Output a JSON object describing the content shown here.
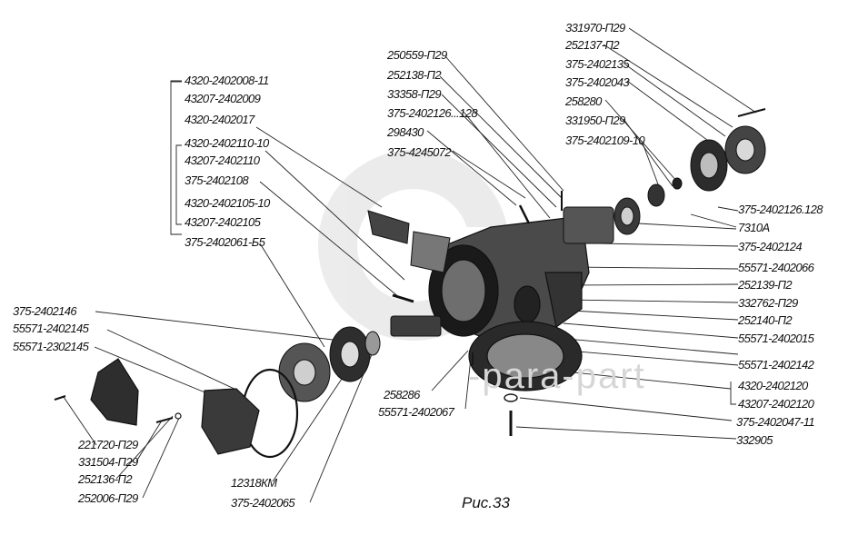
{
  "watermark": "-para-part",
  "caption": "Рис.33",
  "labels": {
    "l_4320_2402008_11": "4320-2402008-11",
    "l_43207_2402009": "43207-2402009",
    "l_4320_2402017": "4320-2402017",
    "l_4320_2402110_10": "4320-2402110-10",
    "l_43207_2402110": "43207-2402110",
    "l_375_2402108": "375-2402108",
    "l_4320_2402105_10": "4320-2402105-10",
    "l_43207_2402105": "43207-2402105",
    "l_375_2402061_b5": "375-2402061-Б5",
    "l_375_2402146": "375-2402146",
    "l_55571_2402145": "55571-2402145",
    "l_55571_2302145": "55571-2302145",
    "l_221720_p29": "221720-П29",
    "l_331504_p29": "331504-П29",
    "l_252136_p2": "252136-П2",
    "l_252006_p29": "252006-П29",
    "l_12318km": "12318КМ",
    "l_375_2402065": "375-2402065",
    "l_250559_p29": "250559-П29",
    "l_252138_p2": "252138-П2",
    "l_33358_p29": "33358-П29",
    "l_375_2402126_128a": "375-2402126...128",
    "l_298430": "298430",
    "l_375_4245072": "375-4245072",
    "l_258286": "258286",
    "l_55571_2402067": "55571-2402067",
    "l_331970_p29": "331970-П29",
    "l_252137_p2": "252137-П2",
    "l_375_2402135": "375-2402135",
    "l_375_2402043": "375-2402043",
    "l_258280": "258280",
    "l_331950_p29": "331950-П29",
    "l_375_2402109_10": "375-2402109-10",
    "l_375_2402126_128b": "375-2402126.128",
    "l_7310a": "7310A",
    "l_375_2402124": "375-2402124",
    "l_55571_2402066": "55571-2402066",
    "l_252139_p2": "252139-П2",
    "l_332762_p29": "332762-П29",
    "l_252140_p2": "252140-П2",
    "l_55571_2402015": "55571-2402015",
    "l_55571_2402142": "55571-2402142",
    "l_4320_2402120": "4320-2402120",
    "l_43207_2402120": "43207-2402120",
    "l_375_2402047_11": "375-2402047-11",
    "l_332905": "332905"
  }
}
